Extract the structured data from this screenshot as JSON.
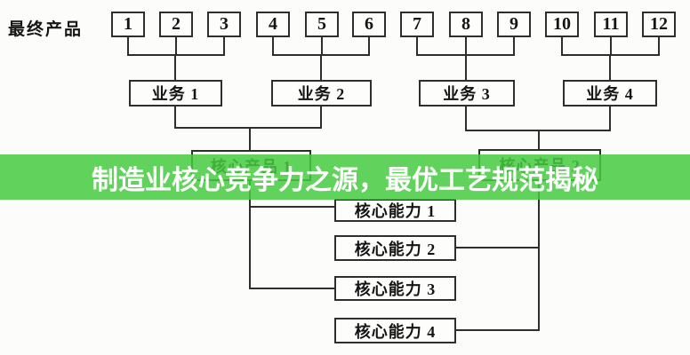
{
  "banner": {
    "text": "制造业核心竞争力之源，最优工艺规范揭秘",
    "background_color": "#45CB3F",
    "background_opacity": 0.85,
    "text_color": "#ffffff"
  },
  "diagram": {
    "row_label": "最终产品",
    "product_numbers": [
      "1",
      "2",
      "3",
      "4",
      "5",
      "6",
      "7",
      "8",
      "9",
      "10",
      "11",
      "12"
    ],
    "business_units": [
      "业务 1",
      "业务 2",
      "业务 3",
      "业务 4"
    ],
    "core_products": [
      "核心产品 1",
      "核心产品 2"
    ],
    "core_competences": [
      "核心能力 1",
      "核心能力 2",
      "核心能力 3",
      "核心能力 4"
    ],
    "line_color": "#2e2e2e"
  }
}
